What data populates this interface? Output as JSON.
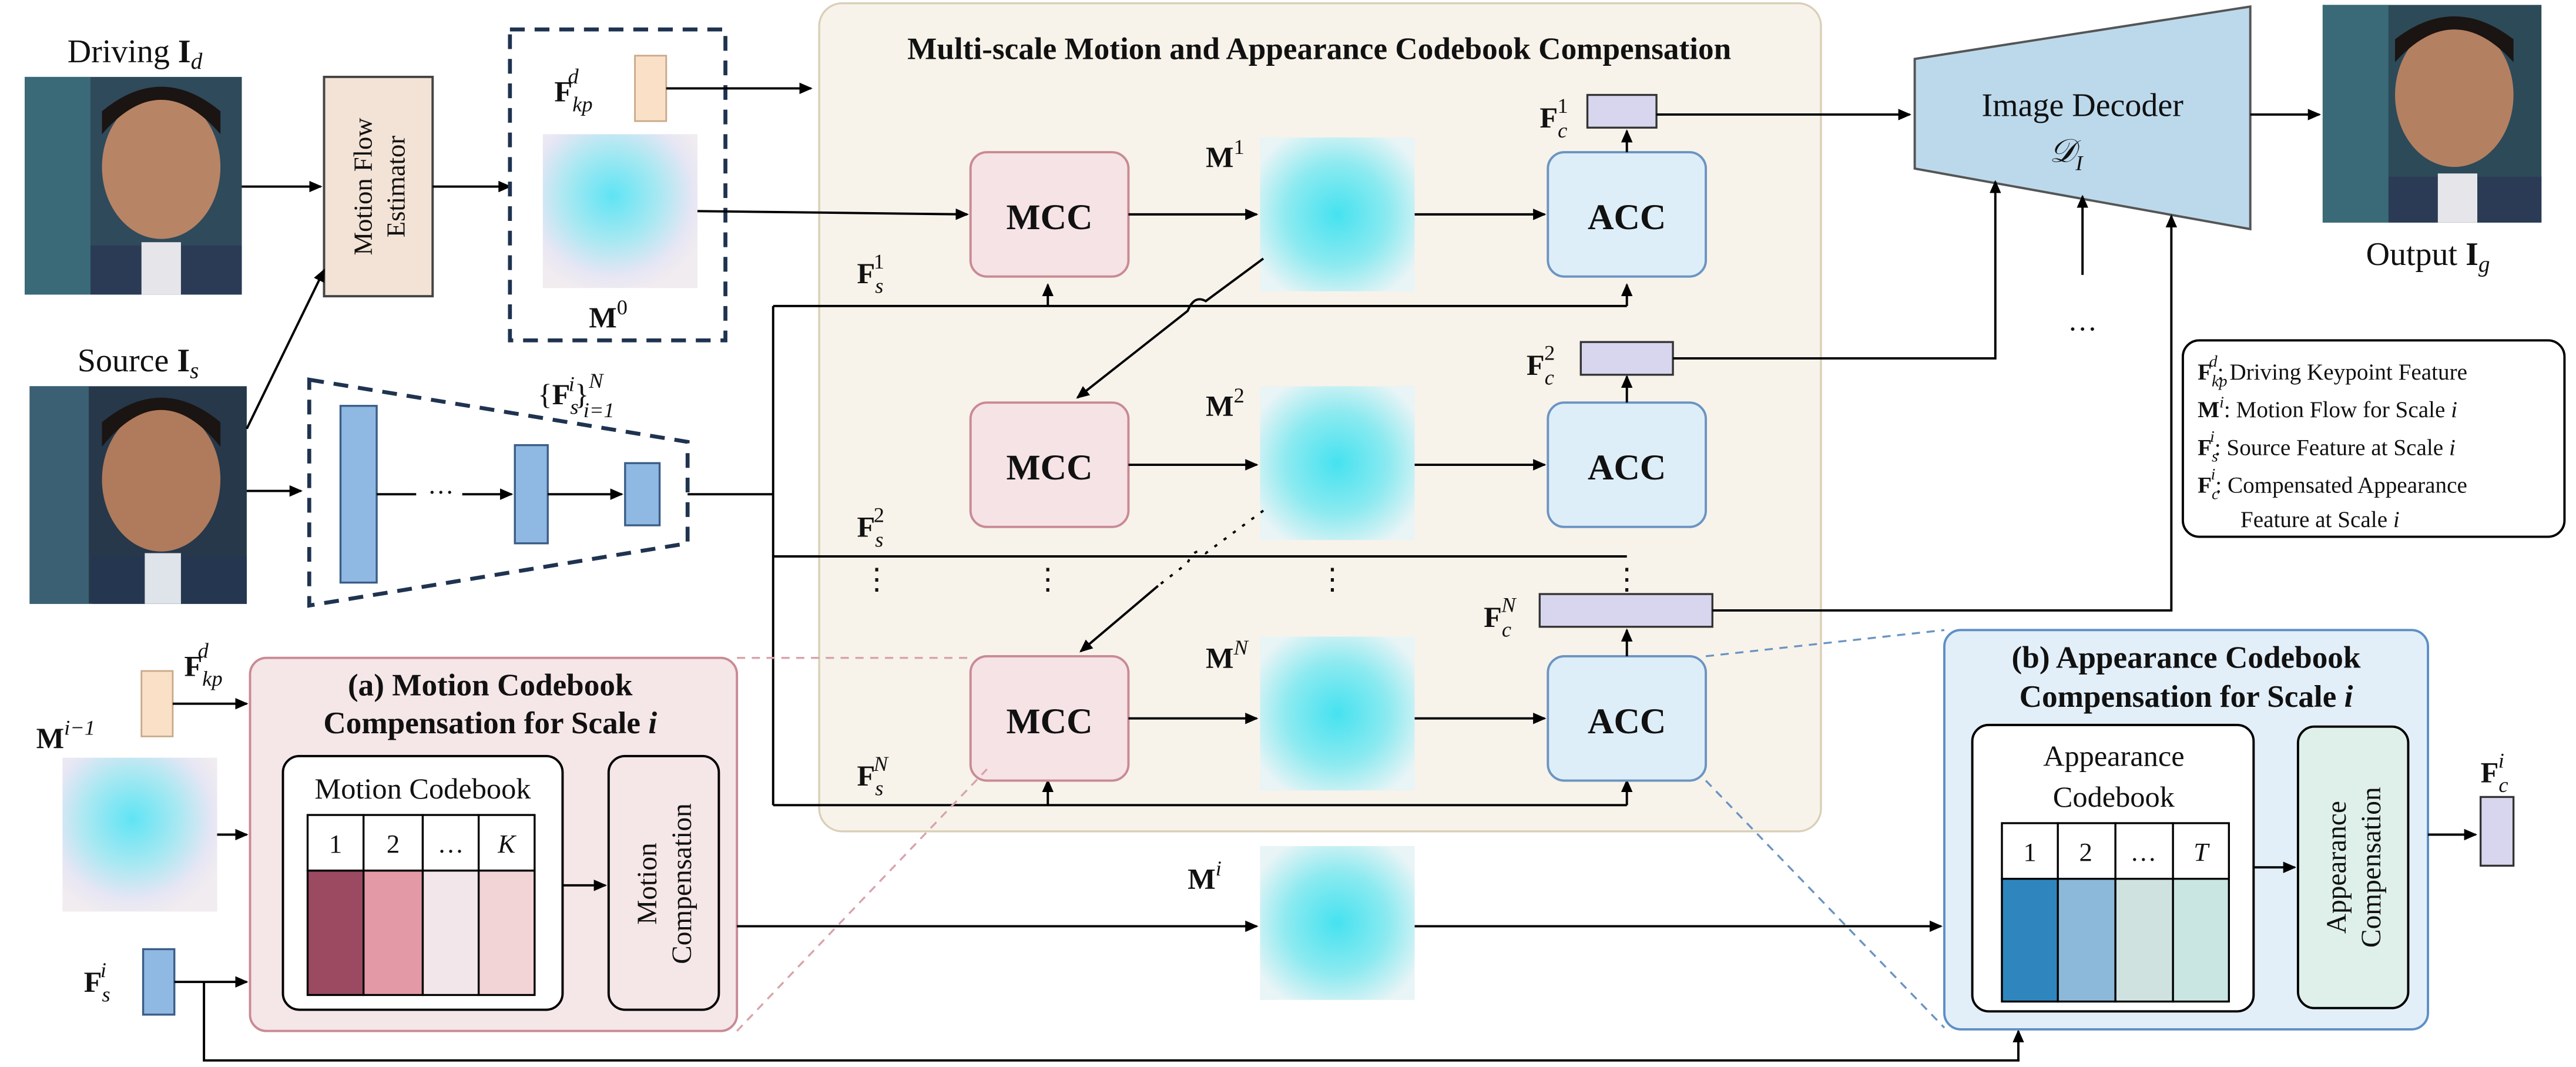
{
  "labels": {
    "driving": "Driving ",
    "driving_sym": "I",
    "driving_sub": "d",
    "source": "Source ",
    "source_sym": "I",
    "source_sub": "s",
    "output": "Output ",
    "output_sym": "I",
    "output_sub": "g",
    "motion_flow_estimator": [
      "Motion Flow",
      "Estimator"
    ],
    "fkp": {
      "F": "F",
      "sub": "kp",
      "sup": "d"
    },
    "m0": {
      "M": "M",
      "sup": "0"
    },
    "fs_set": {
      "open": "{",
      "F": "F",
      "sup": "i",
      "sub": "s",
      "close": "}",
      "set_sup": "N",
      "set_sub": "i=1"
    },
    "encoder_dots": "···",
    "main_title": "Multi-scale Motion and Appearance Codebook Compensation",
    "mcc": "MCC",
    "acc": "ACC",
    "m_labels": [
      {
        "M": "M",
        "sup": "1"
      },
      {
        "M": "M",
        "sup": "2"
      },
      {
        "M": "M",
        "sup": "N"
      }
    ],
    "fs_labels": [
      {
        "F": "F",
        "sub": "s",
        "sup": "1"
      },
      {
        "F": "F",
        "sub": "s",
        "sup": "2"
      },
      {
        "F": "F",
        "sub": "s",
        "sup": "N"
      }
    ],
    "fc_labels": [
      {
        "F": "F",
        "sub": "c",
        "sup": "1"
      },
      {
        "F": "F",
        "sub": "c",
        "sup": "2"
      },
      {
        "F": "F",
        "sub": "c",
        "sup": "N"
      }
    ],
    "vdots": "⋮",
    "hdots": "···",
    "image_decoder": "Image Decoder",
    "decoder_sym": "𝒟",
    "decoder_sub": "I",
    "panel_a_title": [
      "(a) Motion Codebook",
      "Compensation for Scale "
    ],
    "panel_a_title_i": "i",
    "motion_codebook": "Motion Codebook",
    "motion_codebook_cells": [
      "1",
      "2",
      "…",
      "K"
    ],
    "motion_compensation": [
      "Motion",
      "Compensation"
    ],
    "m_prev": {
      "M": "M",
      "sup": "i−1"
    },
    "fkp_a": {
      "F": "F",
      "sub": "kp",
      "sup": "d"
    },
    "fs_i": {
      "F": "F",
      "sub": "s",
      "sup": "i"
    },
    "m_i": {
      "M": "M",
      "sup": "i"
    },
    "panel_b_title": [
      "(b) Appearance Codebook",
      "Compensation for Scale "
    ],
    "panel_b_title_i": "i",
    "appearance_codebook": [
      "Appearance",
      "Codebook"
    ],
    "appearance_codebook_cells": [
      "1",
      "2",
      "…",
      "T"
    ],
    "appearance_compensation": [
      "Appearance",
      "Compensation"
    ],
    "fc_i": {
      "F": "F",
      "sub": "c",
      "sup": "i"
    }
  },
  "legend": [
    {
      "sym": "F",
      "sub": "kp",
      "sup": "d",
      "text": ": Driving Keypoint Feature"
    },
    {
      "sym": "M",
      "sub": "",
      "sup": "i",
      "text": ": Motion Flow for Scale ",
      "it": "i"
    },
    {
      "sym": "F",
      "sub": "s",
      "sup": "i",
      "text": ": Source Feature at Scale ",
      "it": "i"
    },
    {
      "sym": "F",
      "sub": "c",
      "sup": "i",
      "text": ": Compensated Appearance",
      "text2": "Feature at Scale ",
      "it": "i"
    }
  ],
  "colors": {
    "main_panel_bg": "#f7f3ea",
    "main_panel_border": "#d9cfb8",
    "mcc_fill": "#f6e3e6",
    "mcc_border": "#c98a94",
    "acc_fill": "#deeef8",
    "acc_border": "#6b94c2",
    "decoder_fill": "#bcd9ec",
    "feature_blue": "#8fb8e2",
    "feature_purple": "#d7d6ee",
    "feature_peach": "#fbe0c8",
    "motion_fill": "#f5e6e8",
    "appear_fill": "#e3eff8",
    "appear_border": "#5d8fc6",
    "motion_cb_colors": [
      "#9b4a62",
      "#e49aa6",
      "#f2e6ea",
      "#f3d4d6"
    ],
    "appear_cb_colors": [
      "#2f86bf",
      "#8cb8da",
      "#cfe2e0",
      "#c9e6e2"
    ],
    "estimator_fill": "#f3e3d6"
  }
}
